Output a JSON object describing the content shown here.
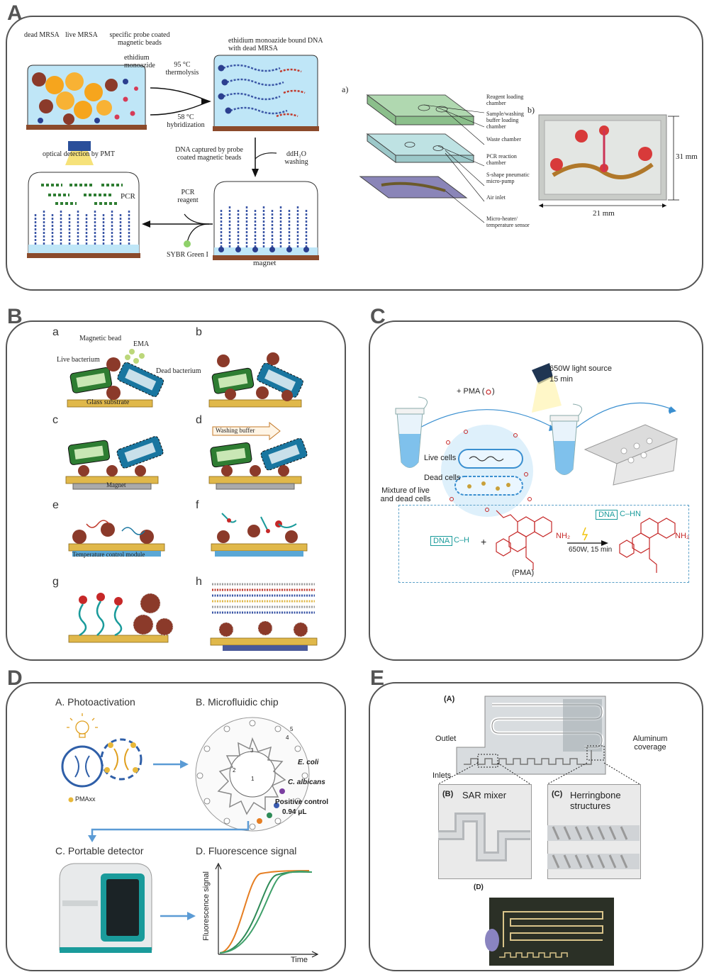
{
  "panel_labels": {
    "A": "A",
    "B": "B",
    "C": "C",
    "D": "D",
    "E": "E"
  },
  "A": {
    "dead_mrsa": "dead MRSA",
    "live_mrsa": "live MRSA",
    "probe_beads": "specific probe coated magnetic beads",
    "ema": "ethidium monoazide",
    "thermolysis": "95 °C thermolysis",
    "hybridization": "58 °C hybridization",
    "ema_dna": "ethidium monoazide bound DNA with dead MRSA",
    "captured": "DNA captured by probe coated magnetic beads",
    "washing": "ddH₂O washing",
    "optical": "optical detection by PMT",
    "pcr": "PCR",
    "pcr_reagent": "PCR reagent",
    "sybr": "SYBR Green I",
    "magnet": "magnet",
    "sub_a": "a)",
    "sub_b": "b)",
    "chip_labels": [
      "Reagent loading chamber",
      "Sample/washing buffer loading chamber",
      "Waste chamber",
      "PCR reaction chamber",
      "S-shape pneumatic micro-pump",
      "Air inlet",
      "Micro-heater/ temperature sensor"
    ],
    "dim_h": "31 mm",
    "dim_w": "21 mm"
  },
  "B": {
    "subs": [
      "a",
      "b",
      "c",
      "d",
      "e",
      "f",
      "g",
      "h"
    ],
    "magnetic_bead": "Magnetic bead",
    "ema": "EMA",
    "live": "Live bacterium",
    "dead": "Dead bacterium",
    "glass": "Glass substrate",
    "washing": "Washing buffer",
    "magnet": "Magnet",
    "temp": "Temperature control module"
  },
  "C": {
    "light": "650W light source",
    "light_time": "15 min",
    "pma": "+ PMA (",
    "pma_close": ")",
    "live": "Live cells",
    "dead": "Dead cells",
    "mixture": "Mixture of live and dead cells",
    "dna": "DNA",
    "ch": "C–H",
    "plus": "+",
    "arrow_label": "650W, 15 min",
    "pma_name": "(PMA)",
    "dna2": "DNA",
    "chn": "C–HN",
    "nh2": "NH₂"
  },
  "D": {
    "a": "A. Photoactivation",
    "b": "B. Microfluidic chip",
    "c": "C. Portable detector",
    "d": "D. Fluorescence signal",
    "pmaxx": "PMAxx",
    "ecoli": "E. coli",
    "calbicans": "C. albicans",
    "positive": "Positive control",
    "volume": "0.94 μL",
    "nums": [
      "1",
      "2",
      "3",
      "4",
      "5"
    ],
    "ylabel": "Fluorescence signal",
    "xlabel": "Time"
  },
  "E": {
    "a": "(A)",
    "outlet": "Outlet",
    "inlets": "Inlets",
    "aluminum": "Aluminum coverage",
    "b": "(B)",
    "sar": "SAR mixer",
    "c": "(C)",
    "herring": "Herringbone structures",
    "d": "(D)"
  },
  "colors": {
    "border": "#555555",
    "bead": "#8b3a2a",
    "live_cell": "#2e7d32",
    "dead_cell": "#1565c0",
    "substrate": "#e0b84a",
    "pma_red": "#c62828",
    "curve_orange": "#e67e22",
    "curve_green": "#2e8b57",
    "teal": "#1a9b9b"
  }
}
